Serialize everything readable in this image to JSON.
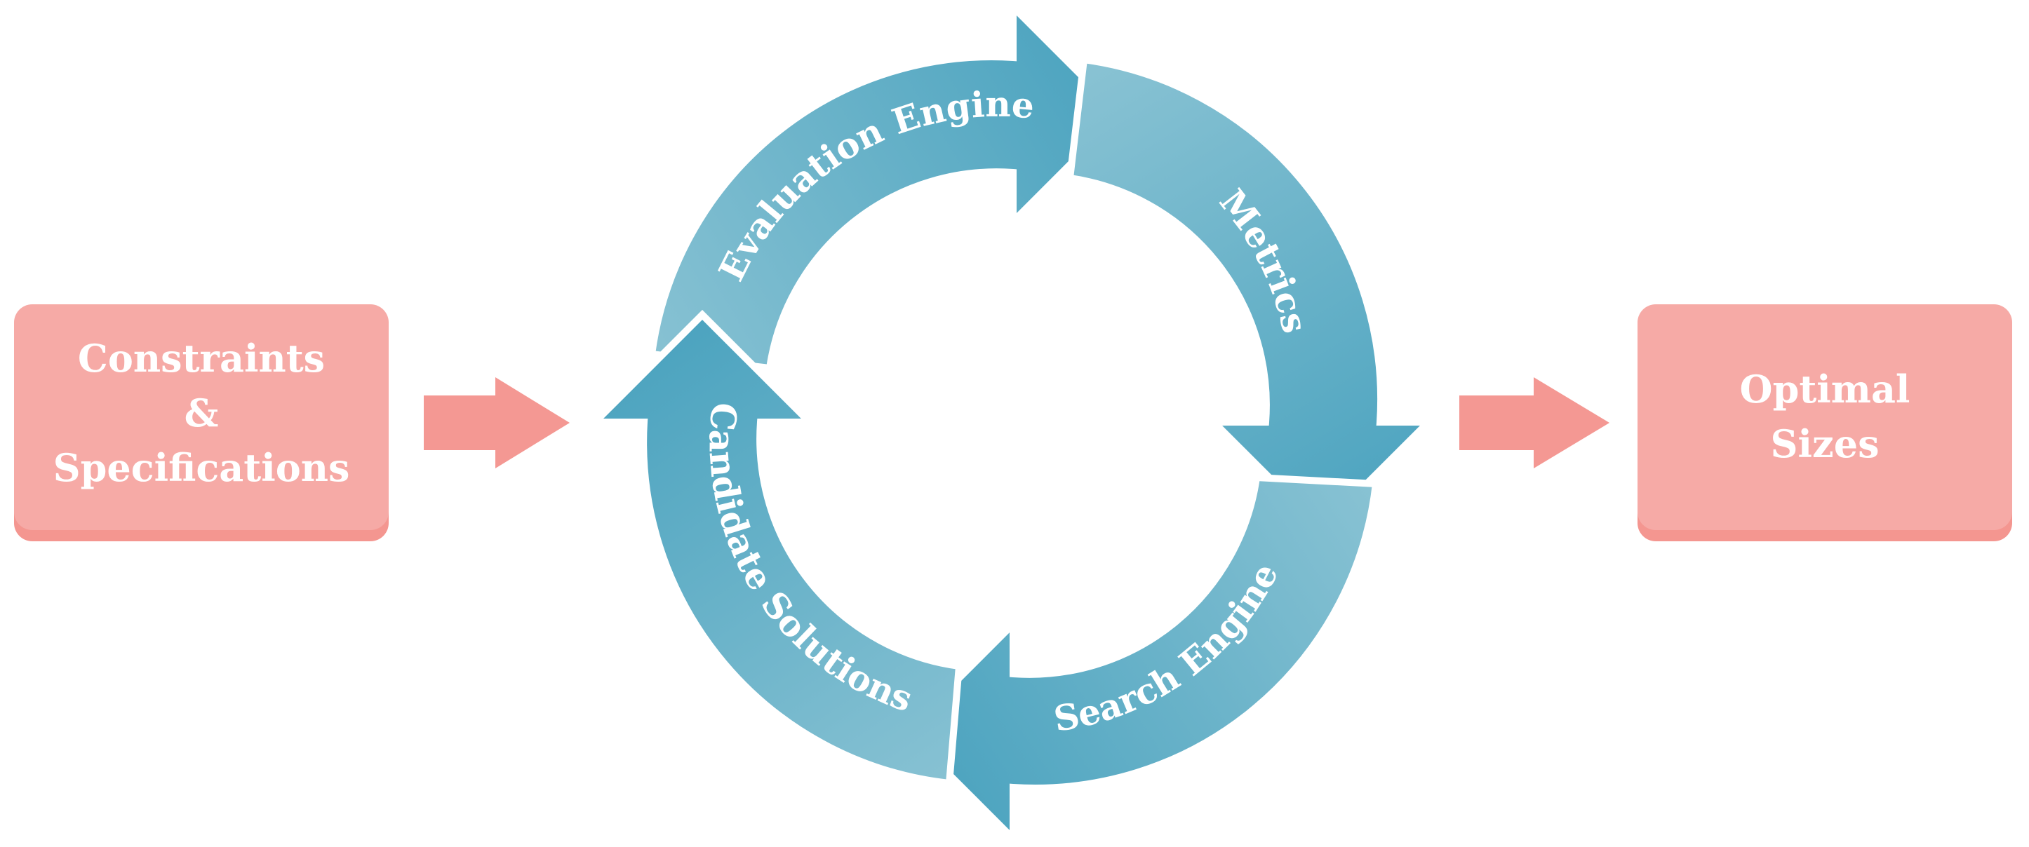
{
  "colors": {
    "box_fill": "#f6aaa6",
    "box_shadow": "#f49690",
    "arrow_fill": "#f49893",
    "cycle_light": "#88c2d3",
    "cycle_dark": "#4ba3bf",
    "background": "#ffffff"
  },
  "input_box": {
    "lines": [
      "Constraints",
      "&",
      "Specifications"
    ]
  },
  "output_box": {
    "lines": [
      "Optimal",
      "Sizes"
    ]
  },
  "cycle": {
    "arrows": [
      {
        "label": "Evaluation Engine"
      },
      {
        "label": "Metrics"
      },
      {
        "label": "Search Engine"
      },
      {
        "label": "Candidate Solutions"
      }
    ]
  },
  "icons": [
    "right-arrow-icon",
    "right-arrow-icon"
  ]
}
